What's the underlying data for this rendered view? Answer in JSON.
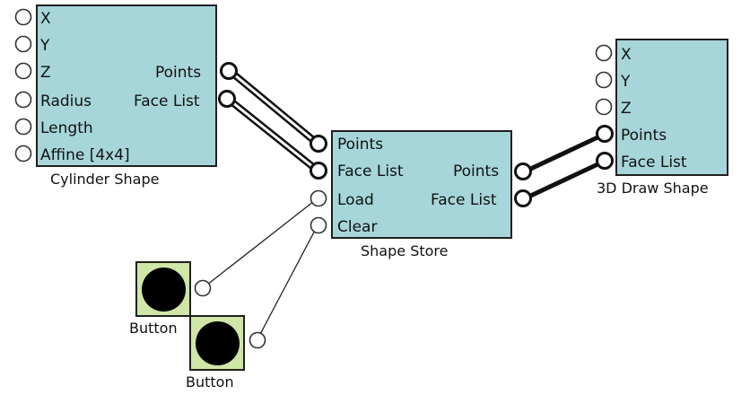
{
  "cylinder": {
    "title": "Cylinder Shape",
    "inputs": [
      "X",
      "Y",
      "Z",
      "Radius",
      "Length",
      "Affine [4x4]"
    ],
    "outputs": [
      "Points",
      "Face List"
    ]
  },
  "store": {
    "title": "Shape Store",
    "inputs": [
      "Points",
      "Face List",
      "Load",
      "Clear"
    ],
    "outputs": [
      "Points",
      "Face List"
    ]
  },
  "draw": {
    "title": "3D Draw Shape",
    "inputs": [
      "X",
      "Y",
      "Z",
      "Points",
      "Face List"
    ]
  },
  "button1": {
    "title": "Button"
  },
  "button2": {
    "title": "Button"
  }
}
